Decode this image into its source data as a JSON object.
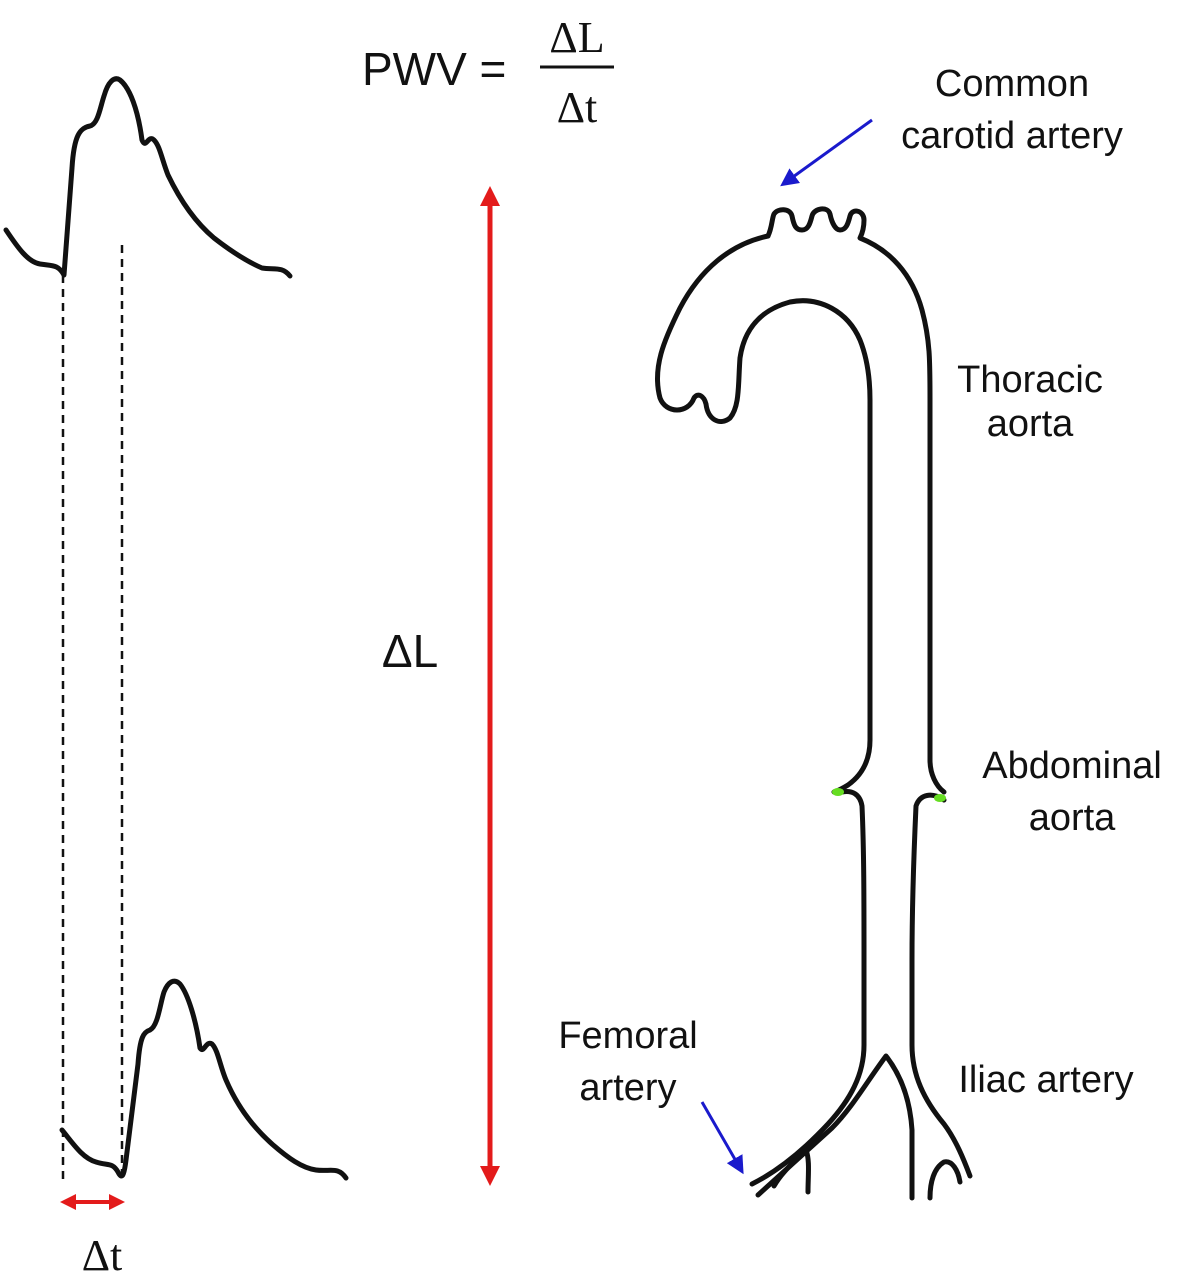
{
  "formula": {
    "lhs": "PWV =",
    "numerator": "ΔL",
    "denominator": "Δt"
  },
  "delta_l_label": "ΔL",
  "delta_t_label": "Δt",
  "labels": {
    "common_carotid_line1": "Common",
    "common_carotid_line2": "carotid artery",
    "thoracic_line1": "Thoracic",
    "thoracic_line2": "aorta",
    "abdominal_line1": "Abdominal",
    "abdominal_line2": "aorta",
    "femoral_line1": "Femoral",
    "femoral_line2": "artery",
    "iliac": "Iliac artery"
  },
  "colors": {
    "red_arrow": "#e31b1b",
    "blue_arrow": "#1a1acc",
    "outline": "#111111",
    "green_marker": "#66dd22"
  }
}
